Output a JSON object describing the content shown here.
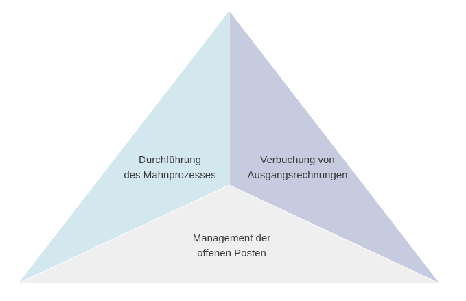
{
  "diagram": {
    "segments": [
      {
        "id": "left",
        "lines": [
          "Durchführung",
          "des Mahnprozesses"
        ],
        "color": "#d3e7ee"
      },
      {
        "id": "right",
        "lines": [
          "Verbuchung von",
          "Ausgangsrechnungen"
        ],
        "color": "#c6cbe0"
      },
      {
        "id": "bottom",
        "lines": [
          "Management der",
          "offenen Posten"
        ],
        "color": "#efefef"
      }
    ],
    "edge_color": "#ffffff"
  }
}
